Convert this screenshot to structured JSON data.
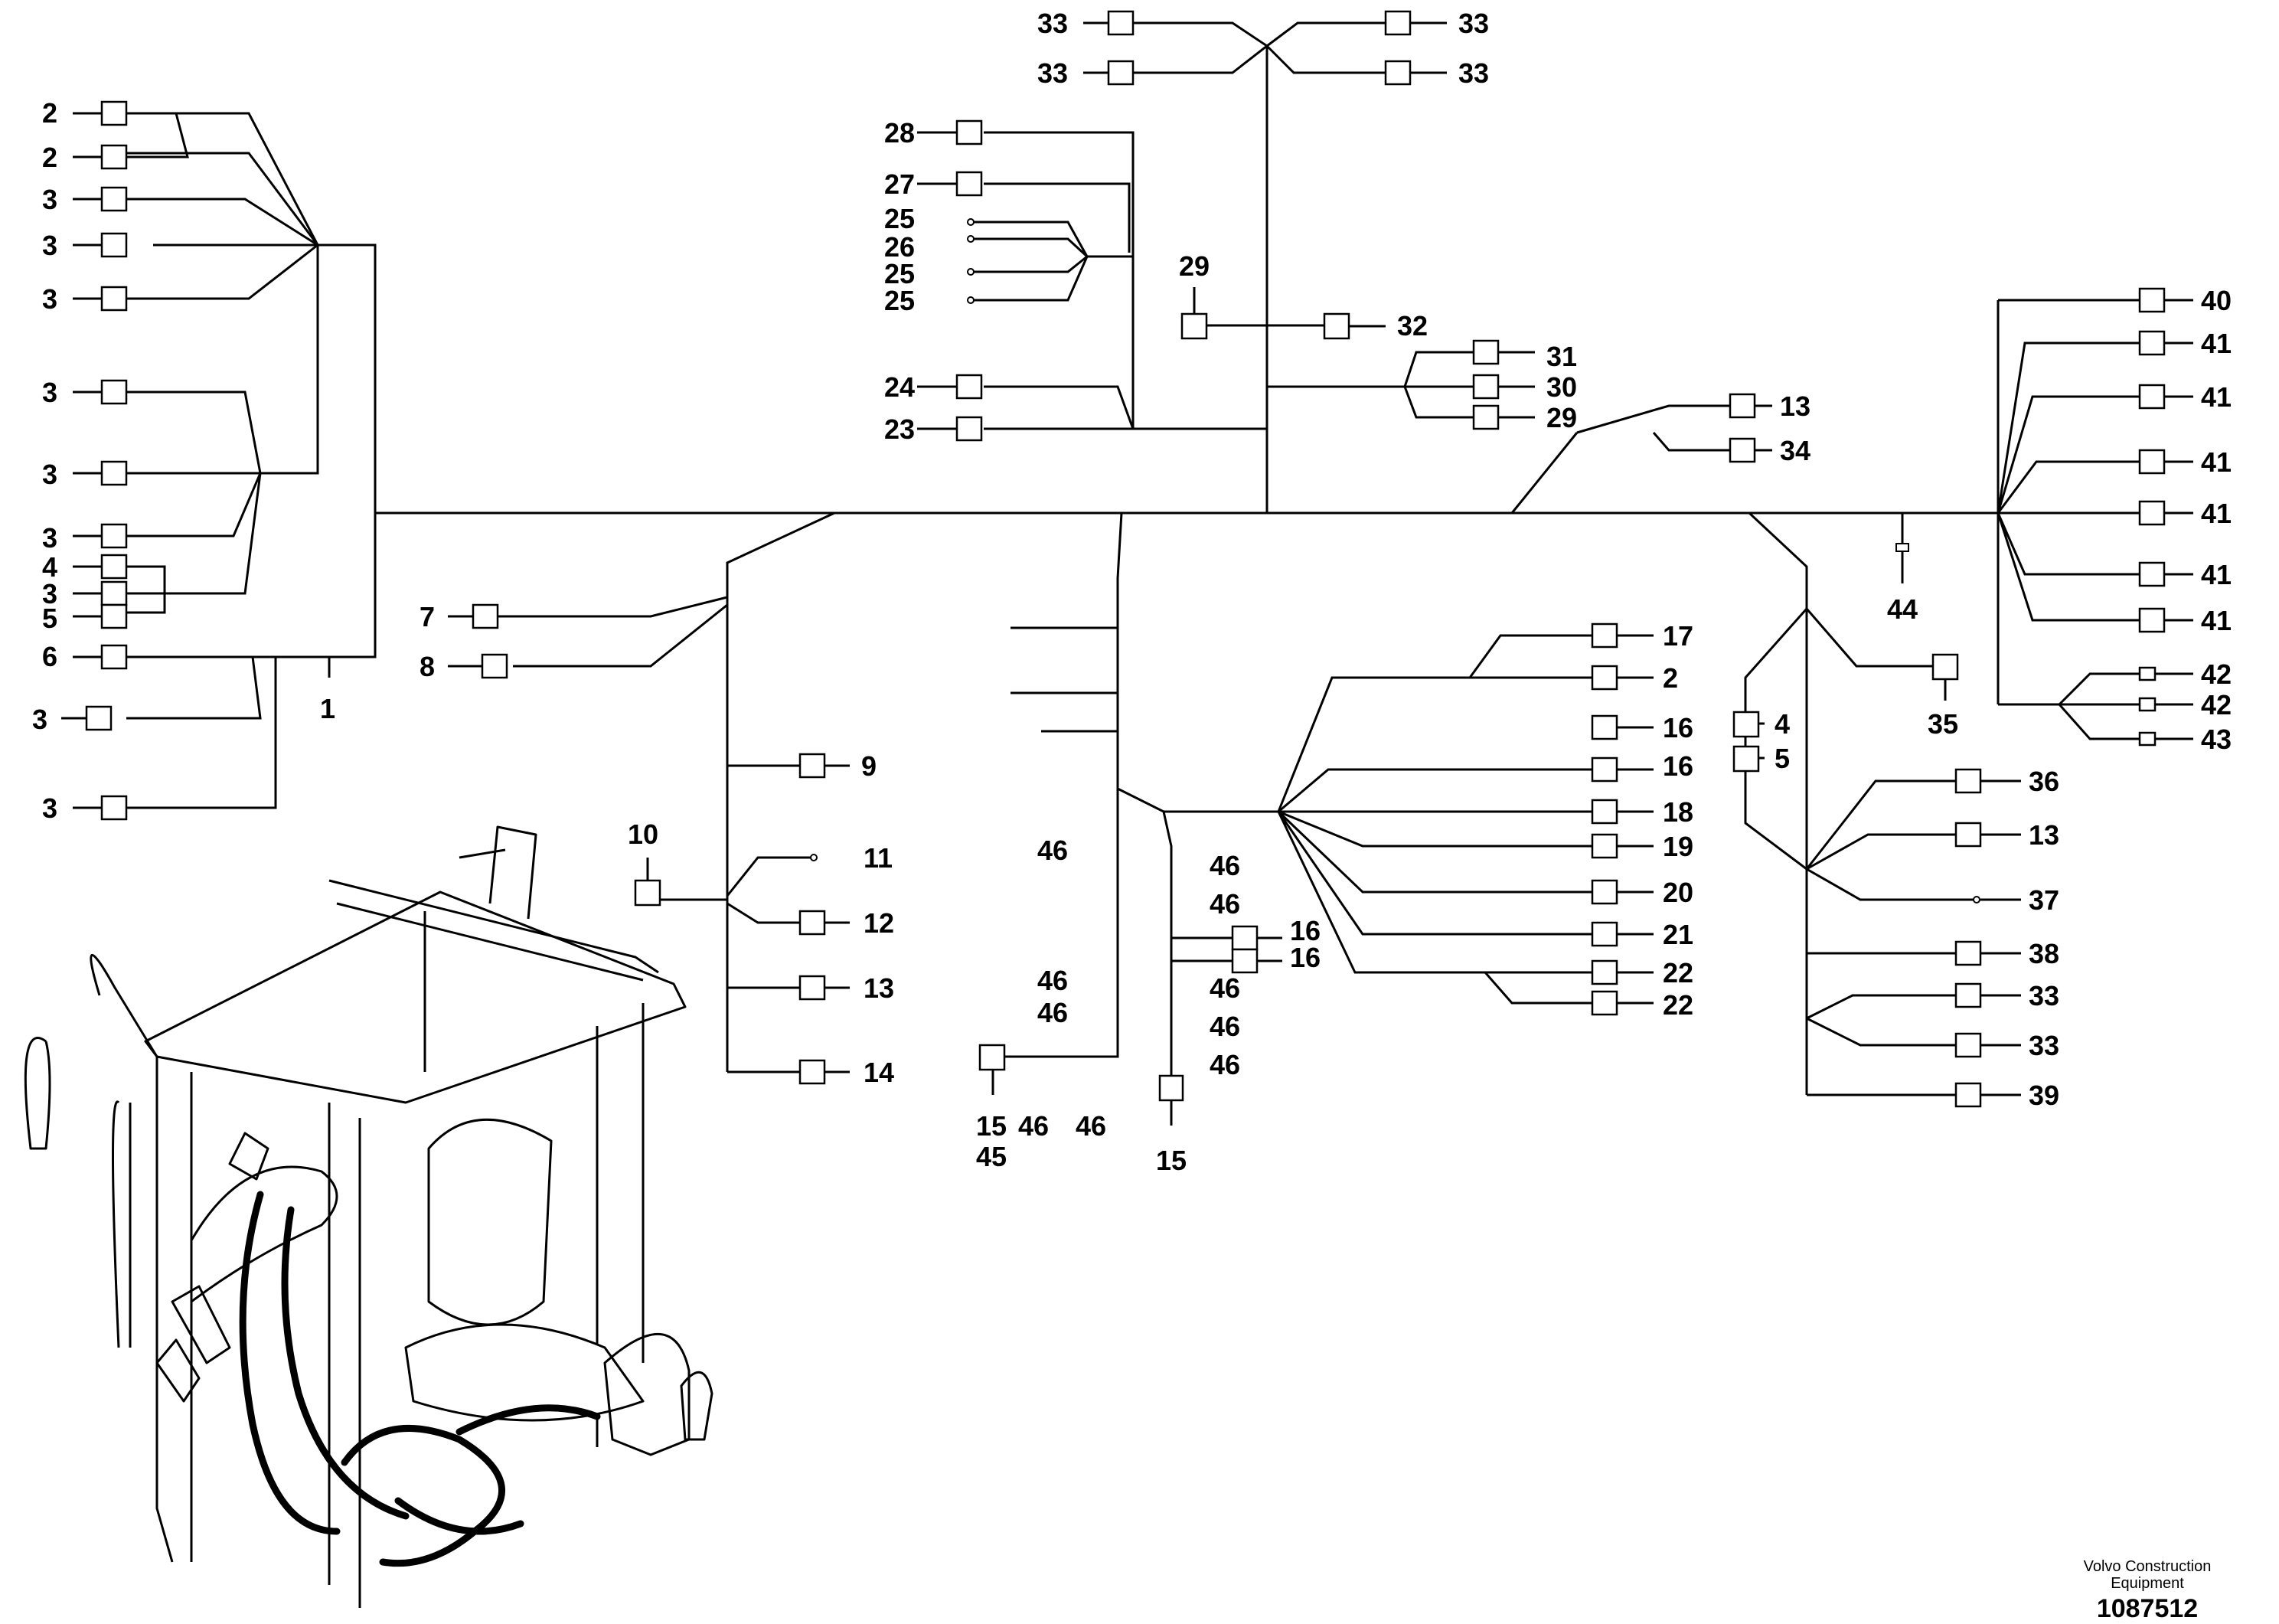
{
  "diagram": {
    "labels": [
      "1",
      "2",
      "3",
      "4",
      "5",
      "6",
      "7",
      "8",
      "9",
      "10",
      "11",
      "12",
      "13",
      "14",
      "15",
      "16",
      "17",
      "18",
      "19",
      "20",
      "21",
      "22",
      "23",
      "24",
      "25",
      "26",
      "27",
      "28",
      "29",
      "30",
      "31",
      "32",
      "33",
      "34",
      "35",
      "36",
      "37",
      "38",
      "39",
      "40",
      "41",
      "42",
      "43",
      "44",
      "45",
      "46"
    ]
  },
  "footer": {
    "company_line1": "Volvo Construction",
    "company_line2": "Equipment",
    "figure_number": "1087512"
  }
}
